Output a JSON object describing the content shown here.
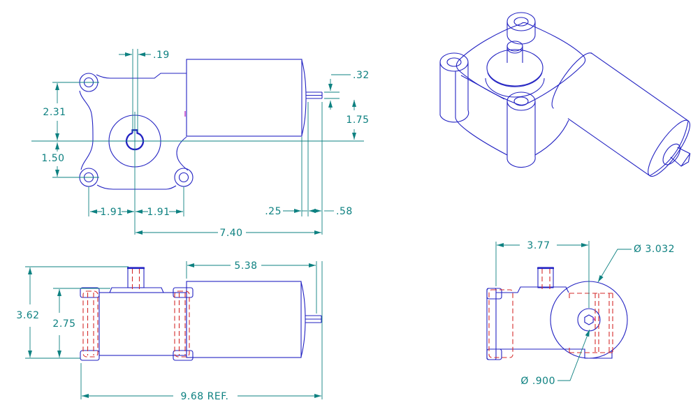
{
  "colors": {
    "line": "#2222c2",
    "dimension": "#0e8181",
    "hidden": "#d42a2a",
    "stray": "#c643c6",
    "background": "#ffffff"
  },
  "views": {
    "front": {
      "name": "front-orthographic-view",
      "dims": {
        "keyway_width": ".19",
        "shaft_dia": ".32",
        "hole_above_center": "2.31",
        "shaft_above_center": "1.75",
        "hole_below_center": "1.50",
        "hole_spacing_left": "1.91",
        "hole_spacing_right": "1.91",
        "end_cap": ".25",
        "shaft_length": ".58",
        "overall_length": "7.40"
      }
    },
    "side": {
      "name": "bottom-side-view",
      "dims": {
        "overall_height": "3.62",
        "gearbox_height": "2.75",
        "motor_length": "5.38",
        "overall_length_ref": "9.68 REF."
      }
    },
    "end": {
      "name": "end-view",
      "dims": {
        "gearbox_width": "3.77",
        "motor_diameter": "Ø 3.032",
        "hub_diameter": "Ø .900"
      }
    },
    "isometric": {
      "name": "isometric-view"
    }
  }
}
